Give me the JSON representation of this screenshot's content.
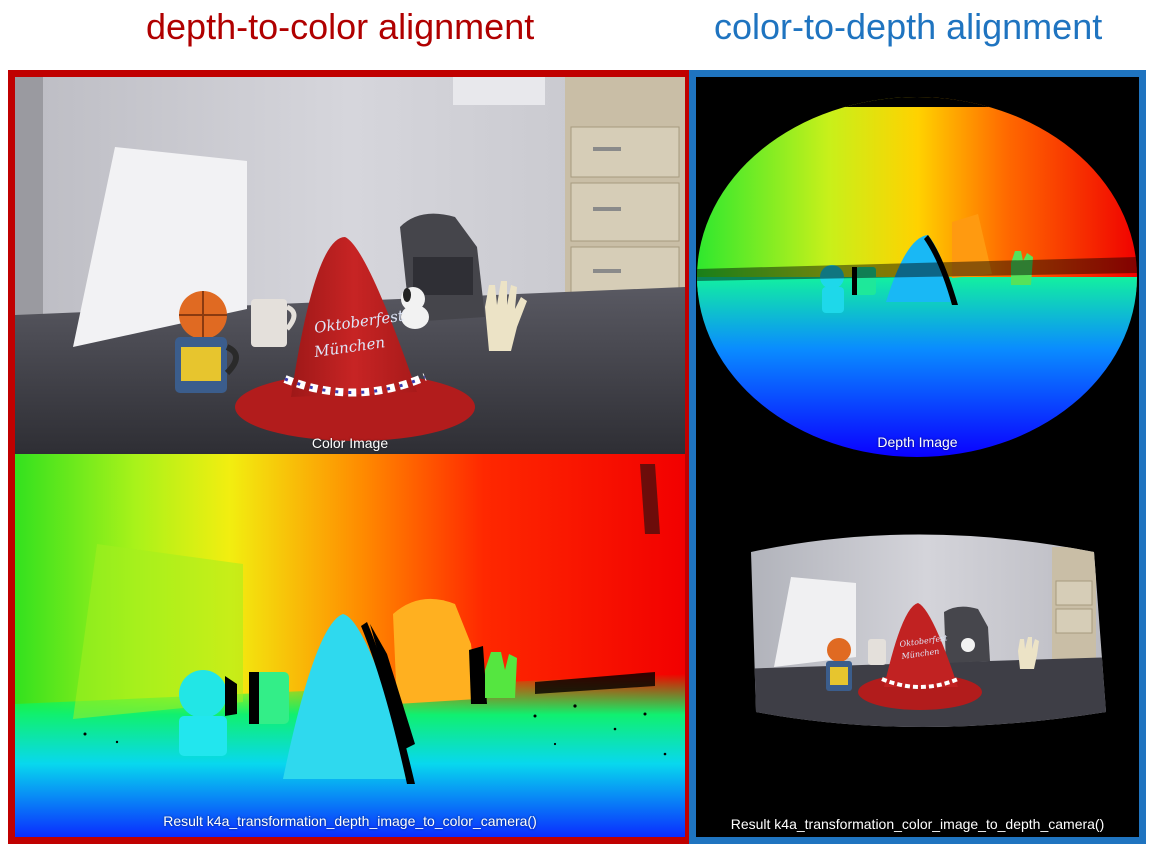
{
  "headings": {
    "left": "depth-to-color alignment",
    "right": "color-to-depth alignment"
  },
  "captions": {
    "color_image": "Color Image",
    "depth_image": "Depth Image",
    "depth_to_color_result": "Result k4a_transformation_depth_image_to_color_camera()",
    "color_to_depth_result": "Result k4a_transformation_color_image_to_depth_camera()"
  },
  "hat_text": {
    "line1": "Oktoberfest",
    "line2": "München"
  },
  "colors": {
    "left_frame": "#c00000",
    "right_frame": "#1f74c0",
    "heading_left": "#b00000",
    "heading_right": "#1f74c0"
  }
}
